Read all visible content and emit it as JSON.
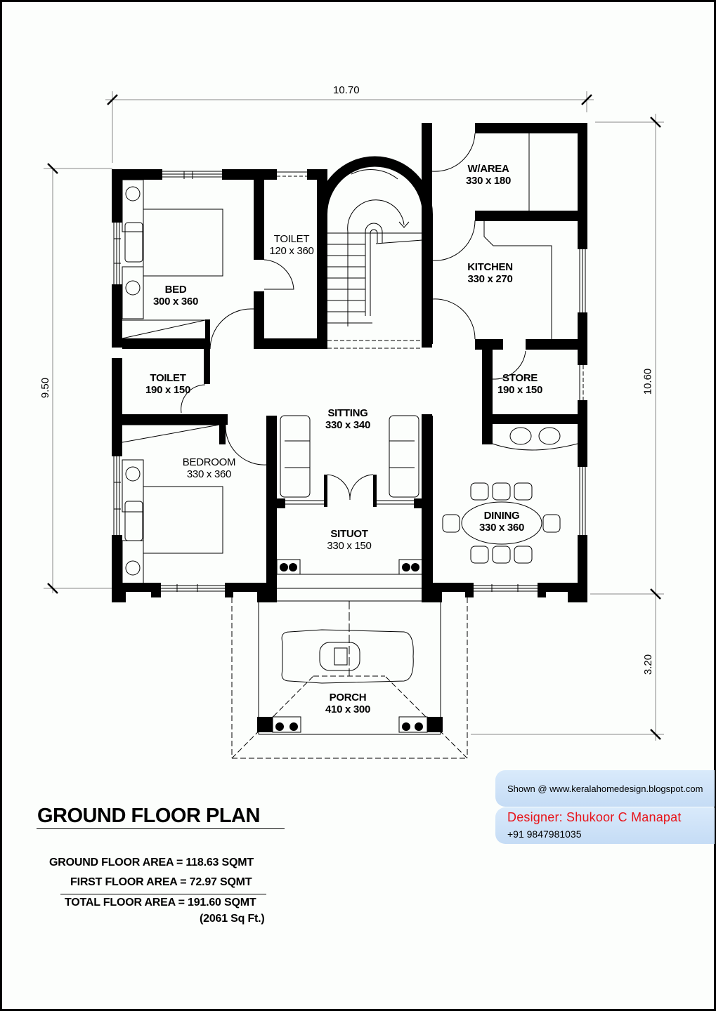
{
  "drawing": {
    "title": "GROUND FLOOR PLAN",
    "dimensions": {
      "overall_width": "10.70",
      "left_depth": "9.50",
      "right_depth": "10.60",
      "porch_depth": "3.20"
    },
    "rooms": [
      {
        "name": "BED",
        "size": "300 x 360"
      },
      {
        "name": "TOILET",
        "size": "120 x 360"
      },
      {
        "name": "W/AREA",
        "size": "330 x 180"
      },
      {
        "name": "KITCHEN",
        "size": "330 x 270"
      },
      {
        "name": "TOILET",
        "size": "190 x 150"
      },
      {
        "name": "STORE",
        "size": "190 x 150"
      },
      {
        "name": "SITTING",
        "size": "330 x 340"
      },
      {
        "name": "BEDROOM",
        "size": "330 x 360"
      },
      {
        "name": "DINING",
        "size": "330 x 360"
      },
      {
        "name": "SITUOT",
        "size": "330 x 150"
      },
      {
        "name": "PORCH",
        "size": "410 x 300"
      }
    ]
  },
  "areas": {
    "ground": "GROUND FLOOR AREA = 118.63 SQMT",
    "first": "FIRST FLOOR AREA = 72.97 SQMT",
    "total": "TOTAL FLOOR AREA = 191.60 SQMT",
    "total_sqft": "(2061 Sq Ft.)"
  },
  "credits": {
    "shown_at": "Shown @  www.keralahomedesign.blogspot.com",
    "designer": "Designer: Shukoor C Manapat",
    "phone": "+91 9847981035",
    "designer_color": "#e8141a",
    "box_color": "#d0e4f8"
  }
}
